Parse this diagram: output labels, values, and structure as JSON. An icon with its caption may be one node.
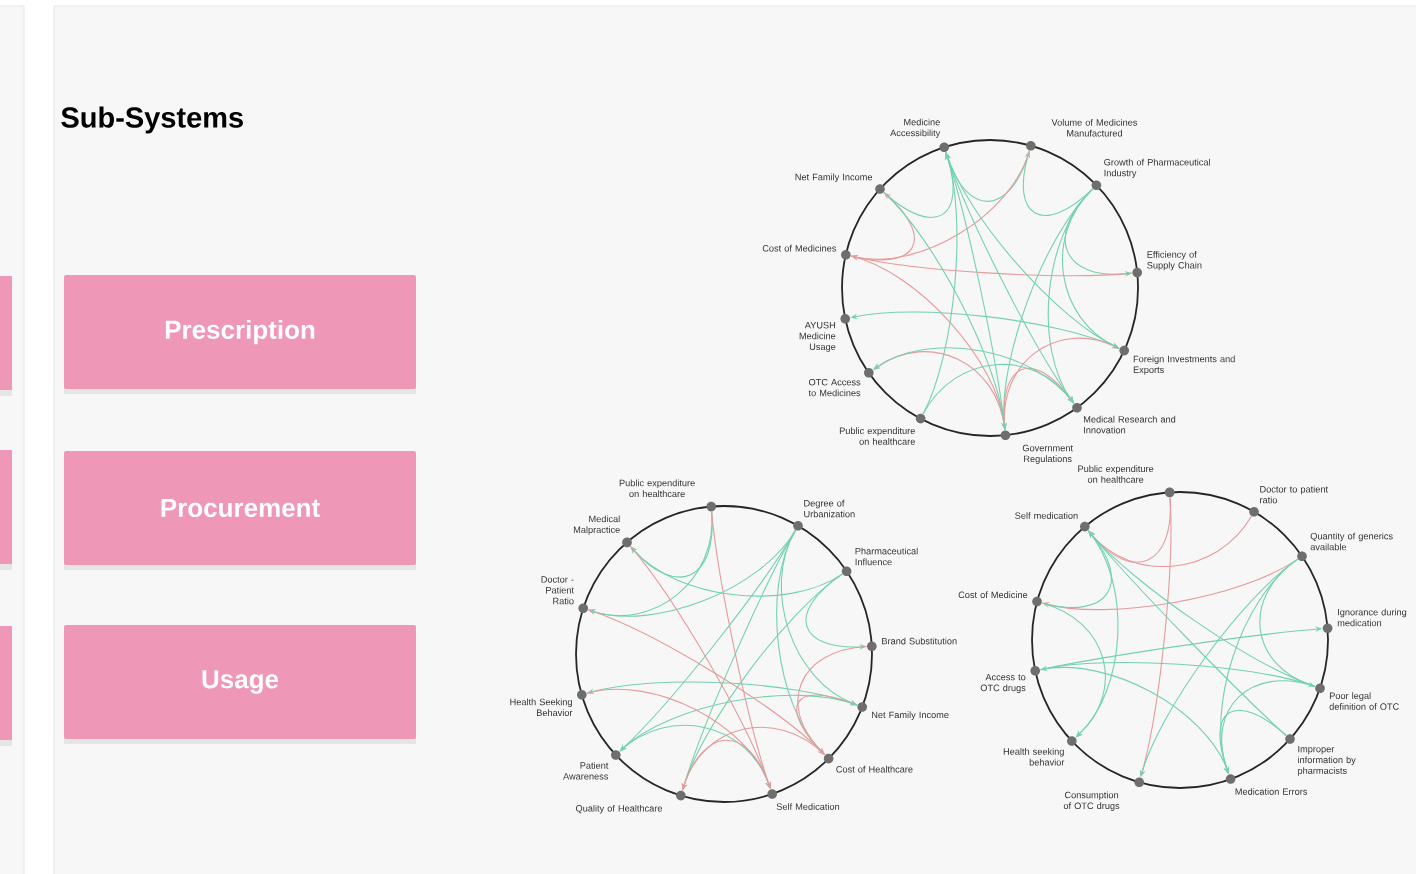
{
  "diagram": {
    "title": "Sub-Systems",
    "nodes": [
      {
        "text": [
          "Prescription"
        ]
      },
      {
        "text": [
          "Procurement"
        ]
      },
      {
        "text": [
          "Usage"
        ]
      },
      {
        "text": [
          "Medicine Accessibility"
        ]
      },
      {
        "text": [
          "Volume of Medicines Manufactured"
        ]
      },
      {
        "text": [
          "Growth of Pharmaceutical Industry"
        ]
      },
      {
        "text": [
          "Efficiency of Supply Chain"
        ]
      },
      {
        "text": [
          "Foreign Investments and Exports"
        ]
      },
      {
        "text": [
          "Medical Research and Innovation"
        ]
      },
      {
        "text": [
          "Government Regulations"
        ]
      },
      {
        "text": [
          "Public expenditure on healthcare"
        ]
      },
      {
        "text": [
          "OTC Access to Medicines"
        ]
      },
      {
        "text": [
          "AYUSH Medicine Usage"
        ]
      },
      {
        "text": [
          "Cost of Medicines"
        ]
      },
      {
        "text": [
          "Net Family Income"
        ]
      },
      {
        "text": [
          "Public expenditure on healthcare"
        ]
      },
      {
        "text": [
          "Degree of Urbanization"
        ]
      },
      {
        "text": [
          "Pharmaceutical Influence"
        ]
      },
      {
        "text": [
          "Brand Substitution"
        ]
      },
      {
        "text": [
          "Net Family Income"
        ]
      },
      {
        "text": [
          "Cost of Healthcare"
        ]
      },
      {
        "text": [
          "Self Medication"
        ]
      },
      {
        "text": [
          "Quality of Healthcare"
        ]
      },
      {
        "text": [
          "Patient Awareness"
        ]
      },
      {
        "text": [
          "Health Seeking Behavior"
        ]
      },
      {
        "text": [
          "Doctor - Patient Ratio"
        ]
      },
      {
        "text": [
          "Medical Malpractice"
        ]
      },
      {
        "text": [
          "Public expenditure on healthcare"
        ]
      },
      {
        "text": [
          "Doctor to patient ratio"
        ]
      },
      {
        "text": [
          "Quantity of generics available"
        ]
      },
      {
        "text": [
          "Ignorance during medication"
        ]
      },
      {
        "text": [
          "Poor legal definition of OTC"
        ]
      },
      {
        "text": [
          "Improper information by pharmacists"
        ]
      },
      {
        "text": [
          "Medication Errors"
        ]
      },
      {
        "text": [
          "Consumption of OTC drugs"
        ]
      },
      {
        "text": [
          "Health seeking behavior"
        ]
      },
      {
        "text": [
          "Access to OTC drugs"
        ]
      },
      {
        "text": [
          "Cost of Medicine"
        ]
      },
      {
        "text": [
          "Self medication"
        ]
      }
    ],
    "edges": [
      {
        "from": 14,
        "to": 3,
        "arrow": "to"
      },
      {
        "from": 4,
        "to": 3,
        "arrow": "to"
      },
      {
        "from": 5,
        "to": 4,
        "arrow": "to"
      },
      {
        "from": 5,
        "to": 6,
        "arrow": "to"
      },
      {
        "from": 5,
        "to": 7,
        "arrow": "to"
      },
      {
        "from": 5,
        "to": 8,
        "arrow": "to"
      },
      {
        "from": 5,
        "to": 9,
        "arrow": "to"
      },
      {
        "from": 6,
        "to": 13,
        "arrow": "to",
        "color": "#e79a9a"
      },
      {
        "from": 4,
        "to": 13,
        "arrow": "to",
        "color": "#e79a9a"
      },
      {
        "from": 13,
        "to": 14,
        "arrow": "to",
        "color": "#e79a9a"
      },
      {
        "from": 13,
        "to": 9,
        "arrow": "to",
        "color": "#e79a9a"
      },
      {
        "from": 7,
        "to": 12,
        "arrow": "to"
      },
      {
        "from": 9,
        "to": 11,
        "arrow": "to",
        "color": "#e79a9a"
      },
      {
        "from": 9,
        "to": 7,
        "arrow": "to",
        "color": "#e79a9a"
      },
      {
        "from": 9,
        "to": 8,
        "arrow": "to",
        "color": "#e79a9a"
      },
      {
        "from": 9,
        "to": 3,
        "arrow": "to"
      },
      {
        "from": 10,
        "to": 3,
        "arrow": "to"
      },
      {
        "from": 10,
        "to": 8,
        "arrow": "to"
      },
      {
        "from": 3,
        "to": 8,
        "arrow": "to"
      },
      {
        "from": 8,
        "to": 11,
        "arrow": "to"
      },
      {
        "from": 14,
        "to": 9,
        "arrow": "to"
      },
      {
        "from": 3,
        "to": 7,
        "arrow": "to"
      },
      {
        "from": 15,
        "to": 26,
        "arrow": "to"
      },
      {
        "from": 15,
        "to": 25,
        "arrow": "to"
      },
      {
        "from": 15,
        "to": 21,
        "arrow": "to",
        "color": "#e79a9a"
      },
      {
        "from": 16,
        "to": 25,
        "arrow": "to"
      },
      {
        "from": 16,
        "to": 22,
        "arrow": "to"
      },
      {
        "from": 16,
        "to": 20,
        "arrow": "to"
      },
      {
        "from": 16,
        "to": 23,
        "arrow": "to"
      },
      {
        "from": 17,
        "to": 26,
        "arrow": "to"
      },
      {
        "from": 17,
        "to": 18,
        "arrow": "to"
      },
      {
        "from": 17,
        "to": 22,
        "arrow": "to"
      },
      {
        "from": 19,
        "to": 24,
        "arrow": "to"
      },
      {
        "from": 19,
        "to": 23,
        "arrow": "to"
      },
      {
        "from": 20,
        "to": 19,
        "arrow": "to",
        "color": "#e79a9a"
      },
      {
        "from": 20,
        "to": 22,
        "arrow": "to",
        "color": "#e79a9a"
      },
      {
        "from": 26,
        "to": 21,
        "arrow": "to",
        "color": "#e79a9a"
      },
      {
        "from": 25,
        "to": 20,
        "arrow": "to",
        "color": "#e79a9a"
      },
      {
        "from": 24,
        "to": 21,
        "arrow": "to",
        "color": "#e79a9a"
      },
      {
        "from": 23,
        "to": 21,
        "arrow": "to"
      },
      {
        "from": 18,
        "to": 20,
        "arrow": "to",
        "color": "#e79a9a"
      },
      {
        "from": 22,
        "to": 21,
        "arrow": "to",
        "color": "#e79a9a"
      },
      {
        "from": 16,
        "to": 19,
        "arrow": "to"
      },
      {
        "from": 27,
        "to": 34,
        "arrow": "to",
        "color": "#e79a9a"
      },
      {
        "from": 27,
        "to": 38,
        "arrow": "to",
        "color": "#e79a9a"
      },
      {
        "from": 28,
        "to": 38,
        "arrow": "to",
        "color": "#e79a9a"
      },
      {
        "from": 29,
        "to": 37,
        "arrow": "to",
        "color": "#e79a9a"
      },
      {
        "from": 37,
        "to": 38,
        "arrow": "to"
      },
      {
        "from": 29,
        "to": 34,
        "arrow": "to"
      },
      {
        "from": 29,
        "to": 33,
        "arrow": "to"
      },
      {
        "from": 36,
        "to": 30,
        "arrow": "to"
      },
      {
        "from": 31,
        "to": 38,
        "arrow": "to"
      },
      {
        "from": 31,
        "to": 36,
        "arrow": "to"
      },
      {
        "from": 32,
        "to": 38,
        "arrow": "to"
      },
      {
        "from": 32,
        "to": 33,
        "arrow": "to"
      },
      {
        "from": 36,
        "to": 33,
        "arrow": "to"
      },
      {
        "from": 38,
        "to": 35,
        "arrow": "to"
      },
      {
        "from": 29,
        "to": 31,
        "arrow": "to"
      },
      {
        "from": 31,
        "to": 33,
        "arrow": "to"
      },
      {
        "from": 37,
        "to": 35,
        "arrow": "to"
      }
    ]
  }
}
